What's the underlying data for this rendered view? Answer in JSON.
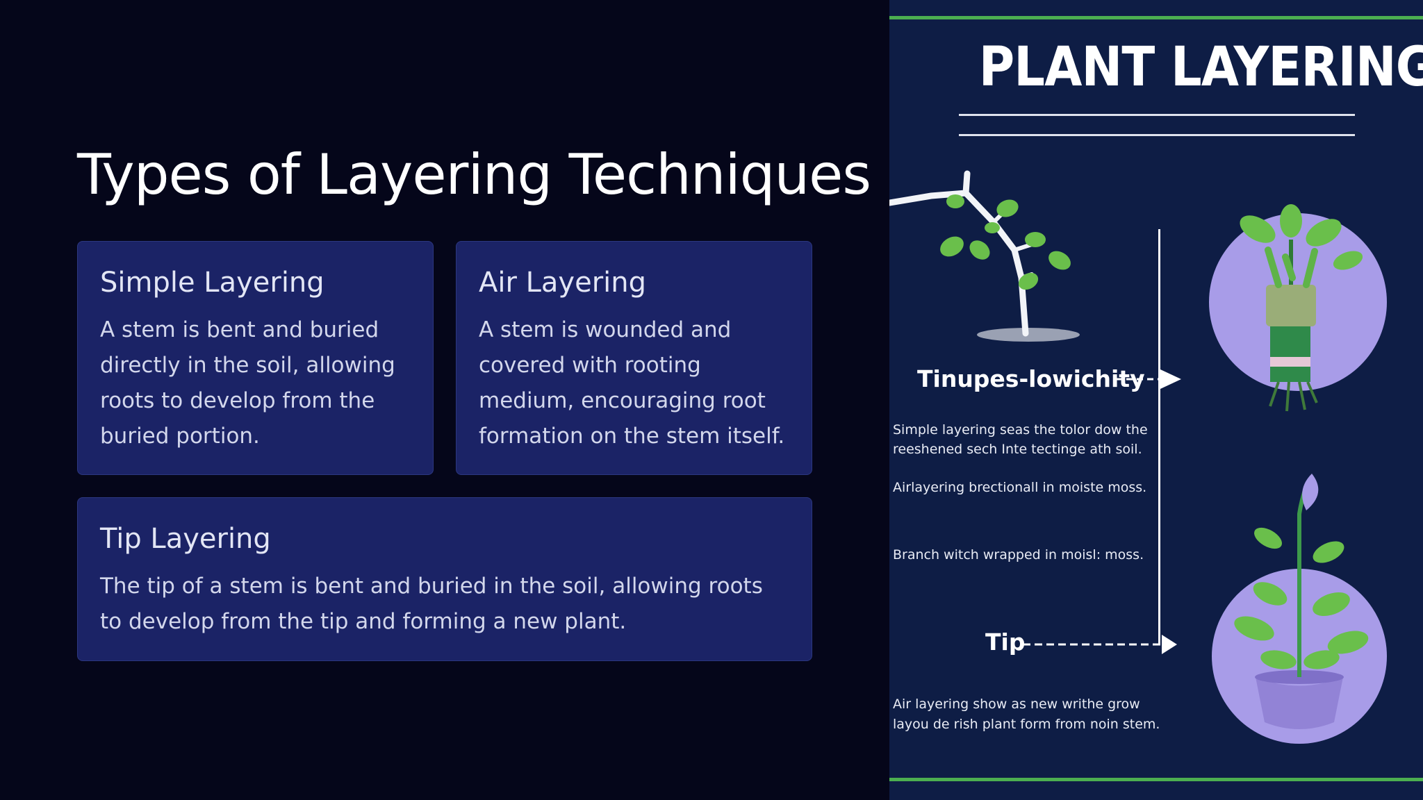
{
  "slide": {
    "title": "Types of Layering Techniques",
    "cards": [
      {
        "heading": "Simple Layering",
        "body": "A stem is bent and buried directly in the soil, allowing roots to develop from the buried portion."
      },
      {
        "heading": "Air Layering",
        "body": "A stem is wounded and covered with rooting medium, encouraging root formation on the stem itself."
      },
      {
        "heading": "Tip Layering",
        "body": "The tip of a stem is bent and buried in the soil, allowing roots to develop from the tip and forming a new plant."
      }
    ]
  },
  "infographic": {
    "title": "PLANT LAYERING",
    "label_top": "Tinupes-lowichity",
    "label_tip": "Tip",
    "notes": [
      "Simple layering seas the tolor dow the",
      "reeshened sech Inte tectinge ath soil.",
      "Airlayering brectionall in moiste moss.",
      "Branch witch wrapped in moisl: moss.",
      "Air layering show as new writhe grow",
      "layou de rish plant form from noin stem."
    ]
  },
  "colors": {
    "background": "#05061a",
    "card_fill": "#1b2366",
    "infographic_bg": "#0e1d45",
    "accent_green": "#4caf50",
    "circle_lavender": "#a89ce8"
  }
}
